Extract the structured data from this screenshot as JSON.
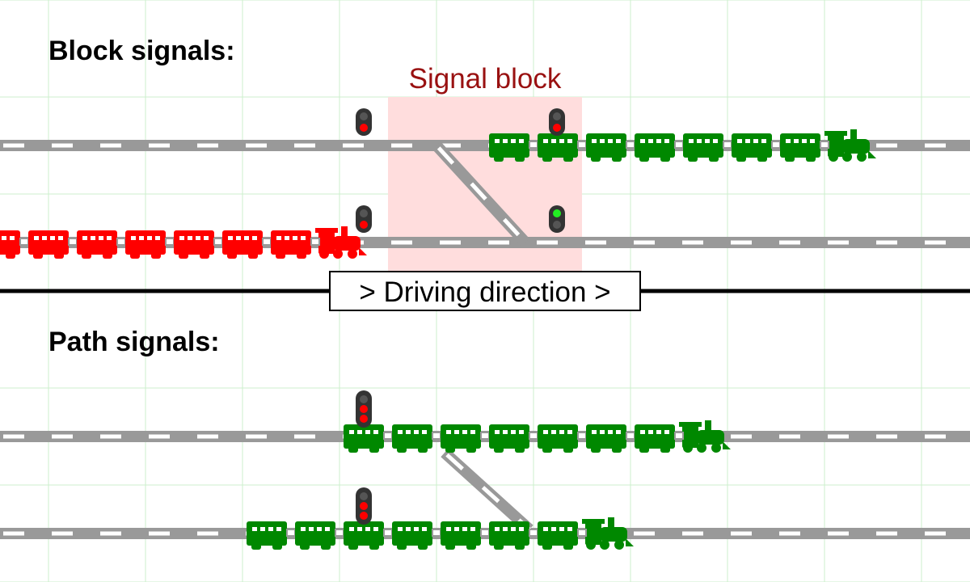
{
  "sections": {
    "block_title": "Block signals:",
    "path_title": "Path signals:"
  },
  "signal_block_label": "Signal block",
  "direction_label": "> Driving direction >",
  "colors": {
    "grid": "#ccefcc",
    "track": "#999999",
    "sleeper": "#ffffff",
    "train_waiting": "#ff0000",
    "train_moving": "#008800",
    "signal_body": "#333333",
    "light_red": "#ff0000",
    "light_green": "#22ee22",
    "light_off": "#555555",
    "block_fill": "#ffdddd",
    "block_label": "#991111",
    "divider": "#000000"
  },
  "trains": [
    {
      "id": "block-upper-train",
      "color": "green",
      "direction": "right",
      "cars": 7
    },
    {
      "id": "block-lower-train",
      "color": "red",
      "direction": "right",
      "cars": 7
    },
    {
      "id": "path-upper-train",
      "color": "green",
      "direction": "right",
      "cars": 7
    },
    {
      "id": "path-lower-train",
      "color": "green",
      "direction": "right",
      "cars": 7
    }
  ],
  "signals": [
    {
      "id": "block-upper-entry",
      "type": "block",
      "aspect": "red"
    },
    {
      "id": "block-upper-exit",
      "type": "block",
      "aspect": "red"
    },
    {
      "id": "block-lower-entry",
      "type": "block",
      "aspect": "red"
    },
    {
      "id": "block-lower-exit",
      "type": "block",
      "aspect": "green"
    },
    {
      "id": "path-upper",
      "type": "path",
      "aspect": "red"
    },
    {
      "id": "path-lower",
      "type": "path",
      "aspect": "red"
    }
  ]
}
